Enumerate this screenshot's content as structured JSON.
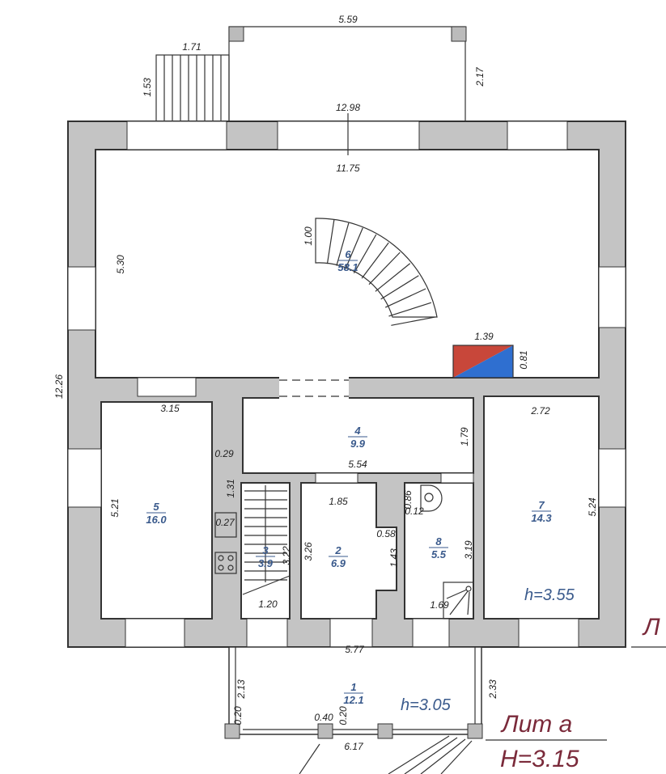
{
  "plan": {
    "dimensions": {
      "terrace_width": "5.59",
      "terrace_depth": "2.17",
      "steps_width": "1.71",
      "steps_depth": "1.53",
      "outer_width": "12.98",
      "inner_width": "11.75",
      "main_height": "5.30",
      "stair_width": "1.00",
      "total_depth": "12.26",
      "fireplace_width": "1.39",
      "fireplace_depth": "0.81",
      "room5_width": "3.15",
      "room5_height": "5.21",
      "room4_width": "5.54",
      "room4_height": "1.79",
      "room7_width": "2.72",
      "room7_height": "5.24",
      "d029": "0.29",
      "d131": "1.31",
      "d027": "0.27",
      "room3_len": "3.22",
      "room3_width": "1.20",
      "room2_width": "1.85",
      "room2_height": "3.26",
      "d058": "0.58",
      "d143": "1.43",
      "d086": "0.86",
      "d012": "0.12",
      "room8_height": "3.19",
      "room8_width": "1.69",
      "bottom_width": "5.77",
      "porch_left": "2.13",
      "porch_right": "2.33",
      "d020a": "0.20",
      "d040": "0.40",
      "d020b": "0.20",
      "porch_width": "6.17"
    },
    "rooms": [
      {
        "num": "6",
        "area": "58.1"
      },
      {
        "num": "4",
        "area": "9.9"
      },
      {
        "num": "5",
        "area": "16.0"
      },
      {
        "num": "7",
        "area": "14.3"
      },
      {
        "num": "3",
        "area": "3.9"
      },
      {
        "num": "2",
        "area": "6.9"
      },
      {
        "num": "8",
        "area": "5.5"
      },
      {
        "num": "1",
        "area": "12.1"
      }
    ],
    "heights": {
      "main": "h=3.55",
      "porch": "h=3.05"
    },
    "litera": {
      "main_partial": "Л",
      "porch_title": "Лит а",
      "porch_height": "H=3.15"
    },
    "colors": {
      "wall": "#c4c4c4",
      "fireplace_red": "#c8473a",
      "fireplace_blue": "#2f6fd0",
      "label": "#3a5a8c",
      "litera": "#7a2a3a"
    }
  }
}
